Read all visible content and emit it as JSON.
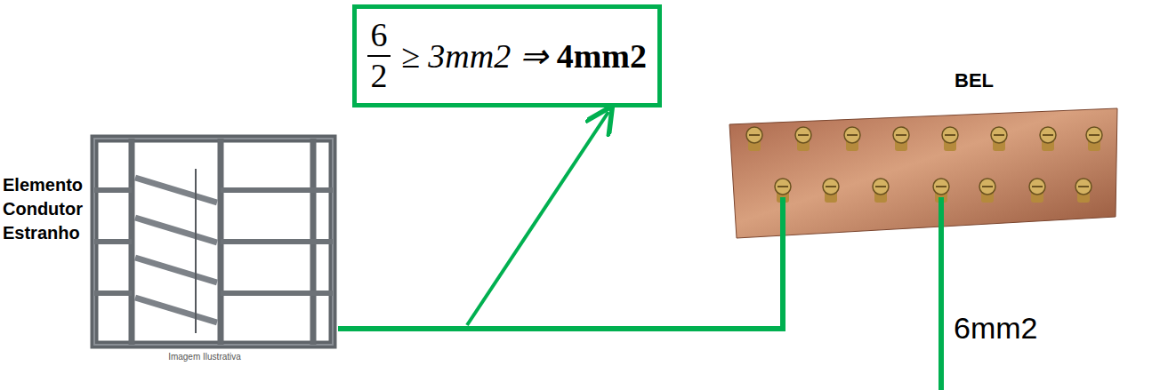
{
  "diagram": {
    "nodes": [
      {
        "text": [
          "6",
          "2",
          "≥ 3mm2 ⇒",
          "4mm2"
        ]
      },
      {
        "text": [
          "Elemento Condutor Estranho",
          "Imagem Ilustrativa"
        ]
      },
      {
        "text": [
          "BEL"
        ]
      }
    ],
    "edges": [
      {
        "from": 1,
        "to": 2,
        "arrow": "none"
      }
    ],
    "labels": [
      "6mm2"
    ]
  }
}
